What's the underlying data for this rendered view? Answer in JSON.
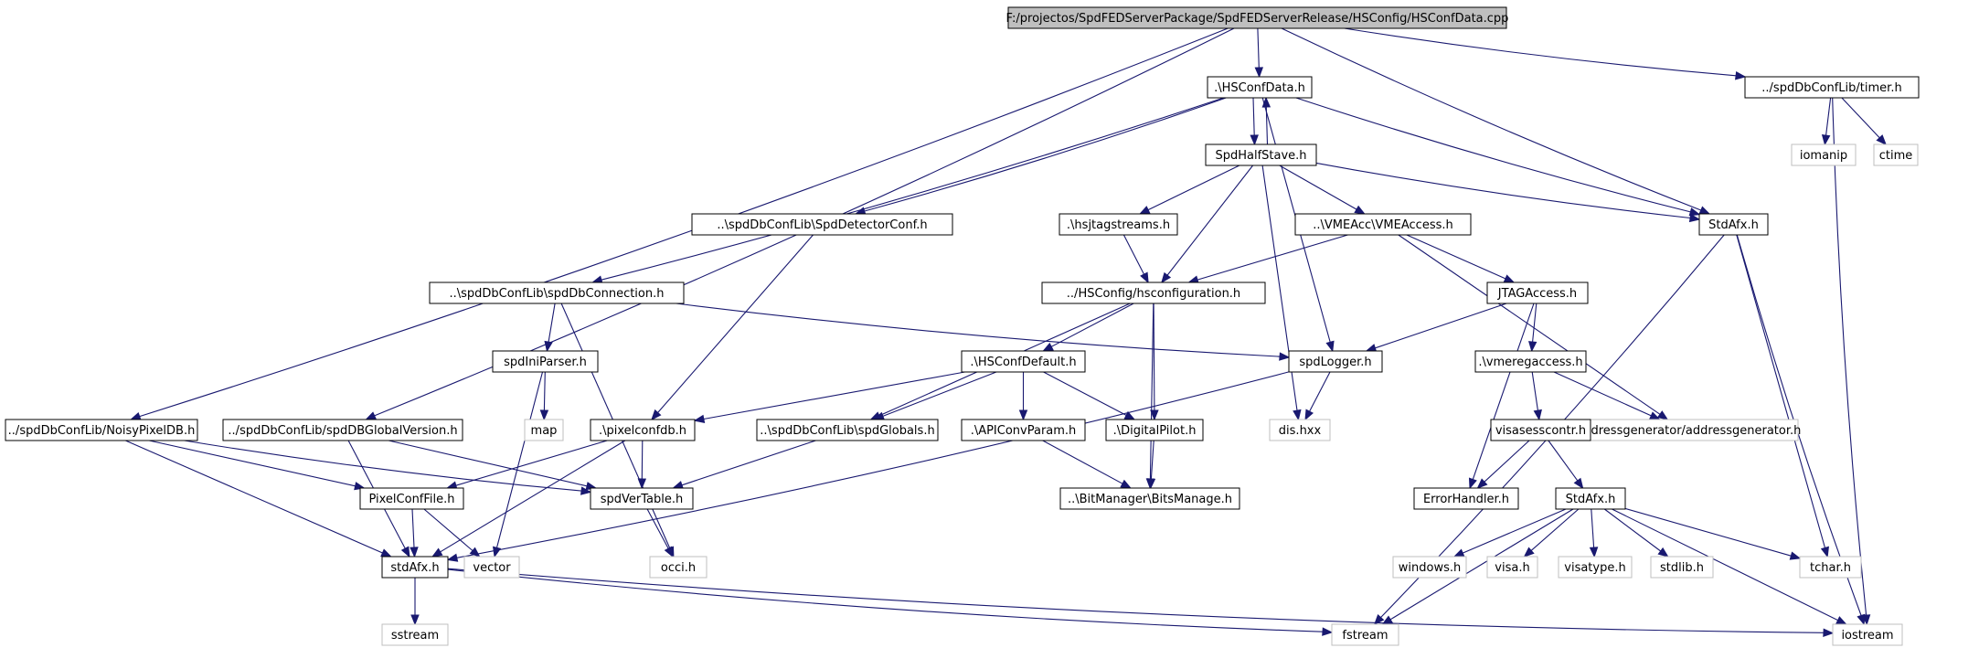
{
  "colors": {
    "edge": "#191970",
    "root_fill": "#bfbfbf",
    "normal_stroke": "#000000",
    "external_stroke": "#bfbfbf"
  },
  "nodes": [
    {
      "id": "root",
      "label": "F:/projectos/SpdFEDServerPackage/SpdFEDServerRelease/HSConfig/HSConfData.cpp",
      "kind": "root"
    },
    {
      "id": "hsconfdata",
      "label": ".\\HSConfData.h",
      "kind": "normal"
    },
    {
      "id": "timer",
      "label": "../spdDbConfLib/timer.h",
      "kind": "normal"
    },
    {
      "id": "iomanip",
      "label": "iomanip",
      "kind": "external"
    },
    {
      "id": "ctime",
      "label": "ctime",
      "kind": "external"
    },
    {
      "id": "spdhalfstave",
      "label": "SpdHalfStave.h",
      "kind": "normal"
    },
    {
      "id": "stdafx1",
      "label": "StdAfx.h",
      "kind": "normal"
    },
    {
      "id": "detectorconf",
      "label": "..\\spdDbConfLib\\SpdDetectorConf.h",
      "kind": "normal"
    },
    {
      "id": "hsjtag",
      "label": ".\\hsjtagstreams.h",
      "kind": "normal"
    },
    {
      "id": "vmeaccess",
      "label": "..\\VMEAcc\\VMEAccess.h",
      "kind": "normal"
    },
    {
      "id": "dbconnection",
      "label": "..\\spdDbConfLib\\spdDbConnection.h",
      "kind": "normal"
    },
    {
      "id": "hsconfiguration",
      "label": "../HSConfig/hsconfiguration.h",
      "kind": "normal"
    },
    {
      "id": "jtagaccess",
      "label": "JTAGAccess.h",
      "kind": "normal"
    },
    {
      "id": "iniparser",
      "label": "spdIniParser.h",
      "kind": "normal"
    },
    {
      "id": "hsconfdefault",
      "label": ".\\HSConfDefault.h",
      "kind": "normal"
    },
    {
      "id": "spdlogger",
      "label": "spdLogger.h",
      "kind": "normal"
    },
    {
      "id": "vmeregaccess",
      "label": ".\\vmeregaccess.h",
      "kind": "normal"
    },
    {
      "id": "map",
      "label": "map",
      "kind": "external"
    },
    {
      "id": "dishxx",
      "label": "dis.hxx",
      "kind": "external"
    },
    {
      "id": "addressgen",
      "label": "../addressgenerator/addressgenerator.h",
      "kind": "external"
    },
    {
      "id": "noisypixel",
      "label": "../spdDbConfLib/NoisyPixelDB.h",
      "kind": "normal"
    },
    {
      "id": "globalversion",
      "label": "../spdDbConfLib/spdDBGlobalVersion.h",
      "kind": "normal"
    },
    {
      "id": "pixelconfdb",
      "label": ".\\pixelconfdb.h",
      "kind": "normal"
    },
    {
      "id": "spdglobals",
      "label": "..\\spdDbConfLib\\spdGlobals.h",
      "kind": "normal"
    },
    {
      "id": "apiconv",
      "label": ".\\APIConvParam.h",
      "kind": "normal"
    },
    {
      "id": "digitalpilot",
      "label": ".\\DigitalPilot.h",
      "kind": "normal"
    },
    {
      "id": "visasess",
      "label": "visasesscontr.h",
      "kind": "normal"
    },
    {
      "id": "pixelconffile",
      "label": "PixelConfFile.h",
      "kind": "normal"
    },
    {
      "id": "spdvertable",
      "label": "spdVerTable.h",
      "kind": "normal"
    },
    {
      "id": "bitsmanage",
      "label": "..\\BitManager\\BitsManage.h",
      "kind": "normal"
    },
    {
      "id": "errorhandler",
      "label": "ErrorHandler.h",
      "kind": "normal"
    },
    {
      "id": "stdafx2",
      "label": "StdAfx.h",
      "kind": "normal"
    },
    {
      "id": "stdafx3",
      "label": "stdAfx.h",
      "kind": "normal"
    },
    {
      "id": "vector",
      "label": "vector",
      "kind": "external"
    },
    {
      "id": "occi",
      "label": "occi.h",
      "kind": "external"
    },
    {
      "id": "windows",
      "label": "windows.h",
      "kind": "external"
    },
    {
      "id": "visa",
      "label": "visa.h",
      "kind": "external"
    },
    {
      "id": "visatype",
      "label": "visatype.h",
      "kind": "external"
    },
    {
      "id": "stdlib",
      "label": "stdlib.h",
      "kind": "external"
    },
    {
      "id": "tchar",
      "label": "tchar.h",
      "kind": "external"
    },
    {
      "id": "sstream",
      "label": "sstream",
      "kind": "external"
    },
    {
      "id": "fstream",
      "label": "fstream",
      "kind": "external"
    },
    {
      "id": "iostream",
      "label": "iostream",
      "kind": "external"
    }
  ],
  "edges": [
    [
      "root",
      "hsconfdata"
    ],
    [
      "root",
      "timer"
    ],
    [
      "root",
      "stdafx1"
    ],
    [
      "root",
      "noisypixel"
    ],
    [
      "root",
      "globalversion"
    ],
    [
      "timer",
      "iomanip"
    ],
    [
      "timer",
      "ctime"
    ],
    [
      "timer",
      "iostream"
    ],
    [
      "hsconfdata",
      "spdhalfstave"
    ],
    [
      "spdhalfstave",
      "hsconfdata"
    ],
    [
      "hsconfdata",
      "stdafx1"
    ],
    [
      "hsconfdata",
      "detectorconf"
    ],
    [
      "hsconfdata",
      "dbconnection"
    ],
    [
      "hsconfdata",
      "spdlogger"
    ],
    [
      "spdhalfstave",
      "hsjtag"
    ],
    [
      "spdhalfstave",
      "vmeaccess"
    ],
    [
      "spdhalfstave",
      "hsconfiguration"
    ],
    [
      "spdhalfstave",
      "stdafx1"
    ],
    [
      "spdhalfstave",
      "dishxx"
    ],
    [
      "stdafx1",
      "tchar"
    ],
    [
      "stdafx1",
      "iostream"
    ],
    [
      "stdafx1",
      "fstream"
    ],
    [
      "detectorconf",
      "pixelconfdb"
    ],
    [
      "hsjtag",
      "hsconfiguration"
    ],
    [
      "vmeaccess",
      "hsconfiguration"
    ],
    [
      "vmeaccess",
      "jtagaccess"
    ],
    [
      "vmeaccess",
      "addressgen"
    ],
    [
      "dbconnection",
      "iniparser"
    ],
    [
      "dbconnection",
      "spdlogger"
    ],
    [
      "dbconnection",
      "occi"
    ],
    [
      "hsconfiguration",
      "hsconfdefault"
    ],
    [
      "hsconfiguration",
      "spdglobals"
    ],
    [
      "hsconfiguration",
      "digitalpilot"
    ],
    [
      "hsconfiguration",
      "bitsmanage"
    ],
    [
      "jtagaccess",
      "spdlogger"
    ],
    [
      "jtagaccess",
      "vmeregaccess"
    ],
    [
      "jtagaccess",
      "errorhandler"
    ],
    [
      "iniparser",
      "map"
    ],
    [
      "iniparser",
      "vector"
    ],
    [
      "hsconfdefault",
      "pixelconfdb"
    ],
    [
      "hsconfdefault",
      "spdglobals"
    ],
    [
      "hsconfdefault",
      "apiconv"
    ],
    [
      "hsconfdefault",
      "digitalpilot"
    ],
    [
      "spdlogger",
      "dishxx"
    ],
    [
      "spdlogger",
      "stdafx3"
    ],
    [
      "vmeregaccess",
      "visasess"
    ],
    [
      "vmeregaccess",
      "addressgen"
    ],
    [
      "noisypixel",
      "pixelconffile"
    ],
    [
      "noisypixel",
      "stdafx3"
    ],
    [
      "noisypixel",
      "spdvertable"
    ],
    [
      "globalversion",
      "spdvertable"
    ],
    [
      "globalversion",
      "stdafx3"
    ],
    [
      "pixelconfdb",
      "pixelconffile"
    ],
    [
      "pixelconfdb",
      "spdvertable"
    ],
    [
      "pixelconfdb",
      "stdafx3"
    ],
    [
      "spdglobals",
      "spdvertable"
    ],
    [
      "apiconv",
      "bitsmanage"
    ],
    [
      "digitalpilot",
      "bitsmanage"
    ],
    [
      "visasess",
      "errorhandler"
    ],
    [
      "visasess",
      "stdafx2"
    ],
    [
      "pixelconffile",
      "stdafx3"
    ],
    [
      "pixelconffile",
      "vector"
    ],
    [
      "spdvertable",
      "occi"
    ],
    [
      "stdafx2",
      "windows"
    ],
    [
      "stdafx2",
      "visa"
    ],
    [
      "stdafx2",
      "visatype"
    ],
    [
      "stdafx2",
      "stdlib"
    ],
    [
      "stdafx2",
      "tchar"
    ],
    [
      "stdafx2",
      "iostream"
    ],
    [
      "stdafx2",
      "fstream"
    ],
    [
      "stdafx3",
      "sstream"
    ],
    [
      "stdafx3",
      "fstream"
    ],
    [
      "stdafx3",
      "iostream"
    ]
  ]
}
